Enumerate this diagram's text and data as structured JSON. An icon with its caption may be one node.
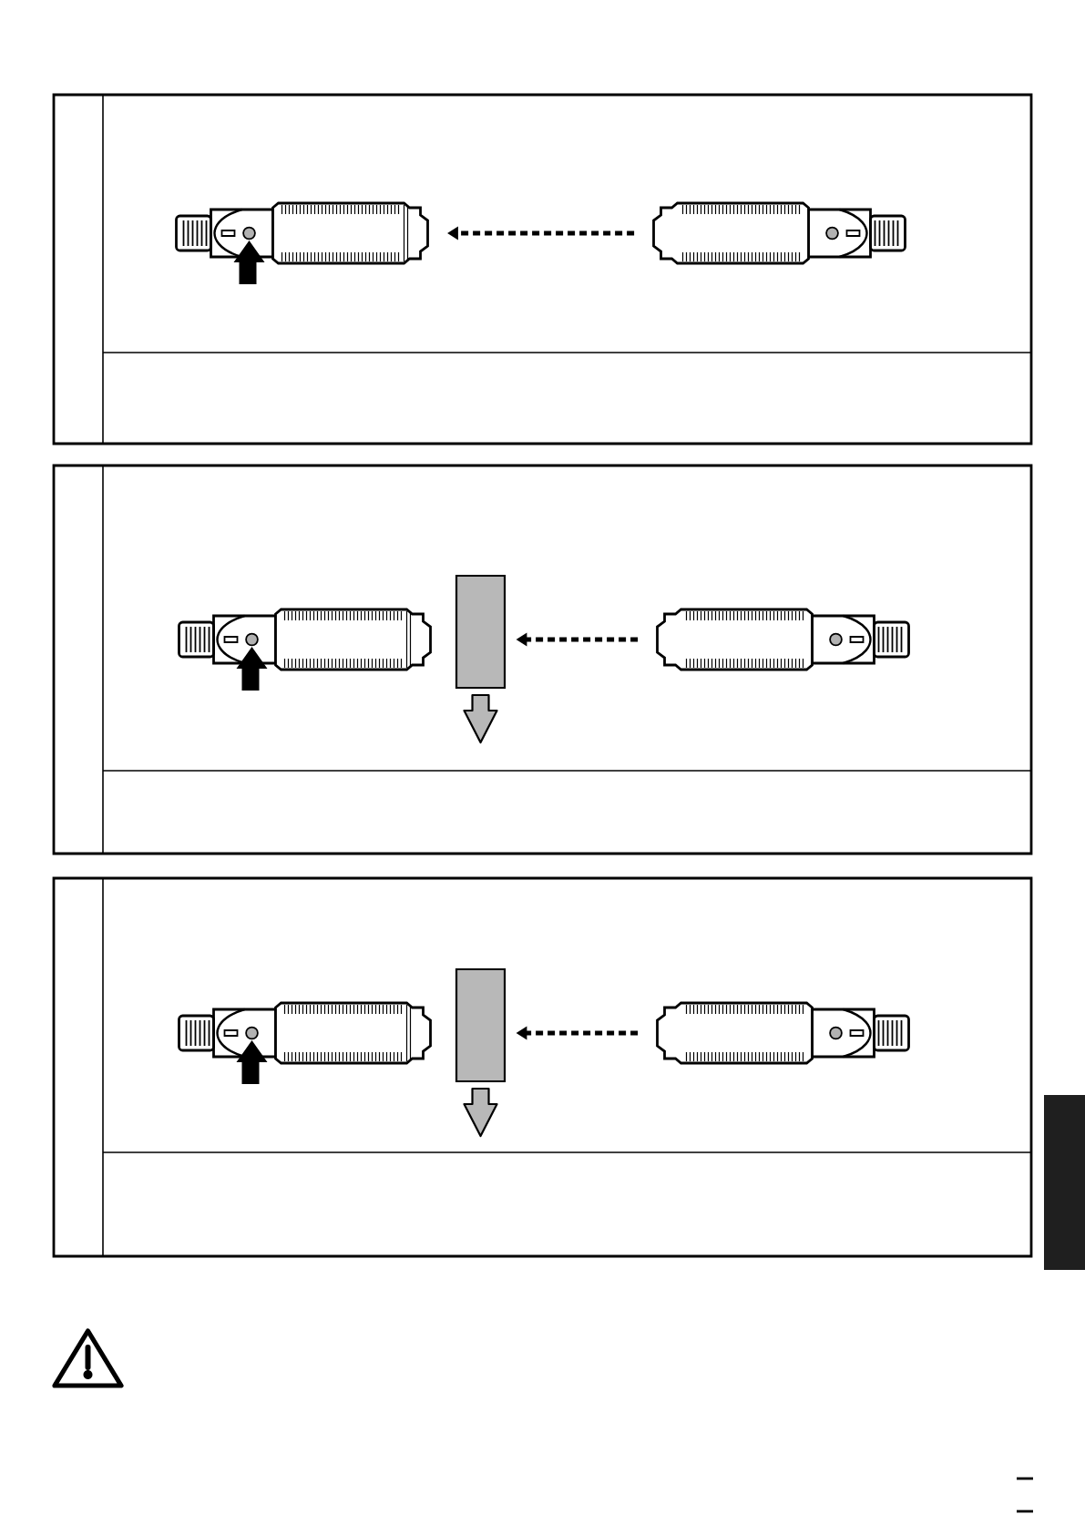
{
  "diagram": {
    "nodes": [
      {
        "text": [],
        "shape": "picture"
      },
      {
        "text": [],
        "shape": "picture"
      },
      {
        "text": [],
        "shape": "picture"
      },
      {
        "text": [],
        "shape": "box"
      },
      {
        "text": [],
        "shape": "picture"
      },
      {
        "text": [],
        "shape": "picture"
      },
      {
        "text": [],
        "shape": "box"
      },
      {
        "text": [],
        "shape": "picture"
      }
    ],
    "edges": [
      {
        "from": 1,
        "to": 0,
        "arrow": "to",
        "style": "dashed"
      },
      {
        "from": 4,
        "to": 3,
        "arrow": "to",
        "style": "dashed"
      },
      {
        "from": 7,
        "to": 6,
        "arrow": "to",
        "style": "dashed"
      }
    ]
  }
}
